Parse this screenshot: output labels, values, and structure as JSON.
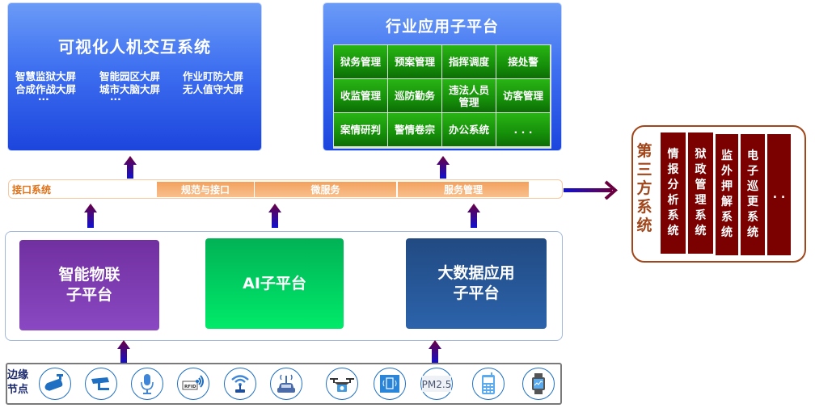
{
  "visual_hmi": {
    "title": "可视化人机交互系统",
    "items": [
      [
        "智慧监狱大屏",
        "合成作战大屏"
      ],
      [
        "智能园区大屏",
        "城市大脑大屏"
      ],
      [
        "作业盯防大屏",
        "无人值守大屏"
      ]
    ],
    "ellipsis": "..."
  },
  "industry_platform": {
    "title": "行业应用子平台",
    "cells": [
      "狱务管理",
      "预案管理",
      "指挥调度",
      "接处警",
      "收监管理",
      "巡防勤务",
      "违法人员管理",
      "访客管理",
      "案情研判",
      "警情卷宗",
      "办公系统",
      ". . ."
    ]
  },
  "interface_system": {
    "label": "接口系统",
    "segments": [
      "规范与接口",
      "微服务",
      "服务管理"
    ]
  },
  "platforms": [
    {
      "name": "智能物联子平台",
      "lines": [
        "智能物联",
        "子平台"
      ],
      "color": "#7a38ae"
    },
    {
      "name": "AI子平台",
      "lines": [
        "AI子平台"
      ],
      "color": "#00c85e"
    },
    {
      "name": "大数据应用子平台",
      "lines": [
        "大数据应用",
        "子平台"
      ],
      "color": "#2757a0"
    }
  ],
  "edge_nodes": {
    "label_line1": "边缘",
    "label_line2": "节点",
    "icons": [
      "bullet-camera-icon",
      "surveillance-camera-icon",
      "microphone-icon",
      "rfid-reader-icon",
      "wifi-router-icon",
      "connected-car-icon",
      "drone-camera-icon",
      "vibration-sensor-icon",
      "pm25-sensor-icon",
      "mobile-phone-icon",
      "smartwatch-icon"
    ],
    "pm25_text": "PM2.5",
    "rfid_text": "RFID"
  },
  "third_party": {
    "title": "第三方系统",
    "systems": [
      "情报分析系统",
      "狱政管理系统",
      "监外押解系统",
      "电子巡更系统",
      ". ."
    ]
  },
  "colors": {
    "top_blue": "#3e6ff0",
    "cell_green": "#16900a",
    "interface_orange": "#f3a15d",
    "third_party_red": "#7b0000",
    "third_party_border": "#a0461a",
    "arrow_purple": "#5a0050"
  }
}
